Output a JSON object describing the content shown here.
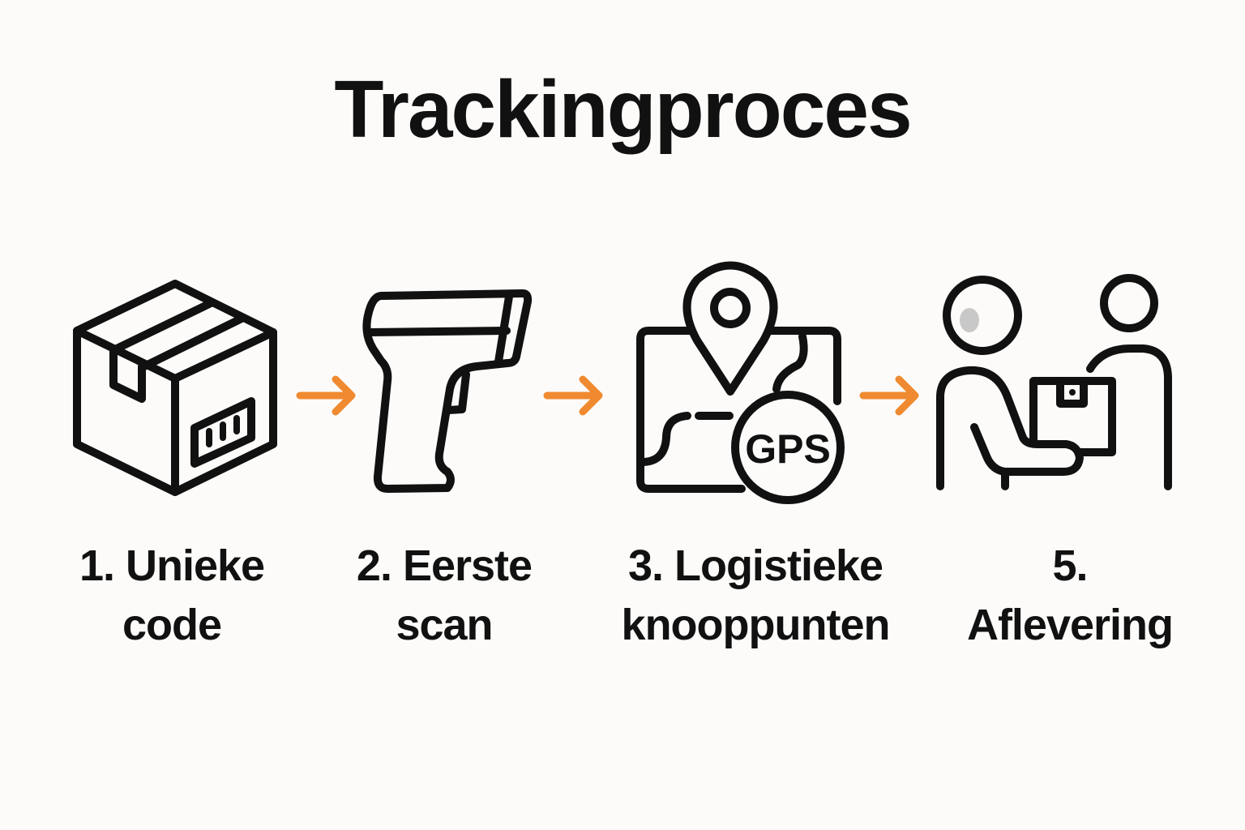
{
  "title": "Trackingproces",
  "steps": [
    {
      "line1": "1. Unieke",
      "line2": "code",
      "icon": "package-box-icon"
    },
    {
      "line1": "2. Eerste",
      "line2": "scan",
      "icon": "barcode-scanner-icon"
    },
    {
      "line1": "3. Logistieke",
      "line2": "knooppunten",
      "icon": "map-gps-icon",
      "badge": "GPS"
    },
    {
      "line1": "5.",
      "line2": "Aflevering",
      "icon": "delivery-handover-icon"
    }
  ],
  "colors": {
    "arrow": "#f08a30",
    "stroke": "#111111",
    "background": "#fcfbf9"
  }
}
